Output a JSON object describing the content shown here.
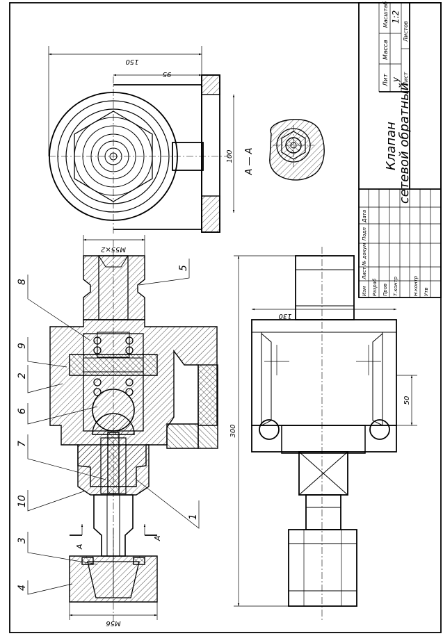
{
  "title_block": {
    "title_line1": "Клапан",
    "title_line2": "сетевой обратный",
    "header_lit": "Лит",
    "header_mass": "Масса",
    "header_scale": "Масштаб",
    "lit_value": "у",
    "scale_value": "1:2",
    "sheet_label": "Лист",
    "sheets_label": "Листов",
    "col_izm": "Изм",
    "col_list": "Лист",
    "col_doc": "№ докум",
    "col_sign": "Подп",
    "col_date": "Дата",
    "role_razrab": "Разраб",
    "role_prov": "Пров",
    "role_tkontr": "Т.контр",
    "role_nkontr": "Н.контр",
    "role_utv": "Утв"
  },
  "dimensions": {
    "d150": "150",
    "d95": "95",
    "d100": "100",
    "d130": "130",
    "d300": "300",
    "d50": "50",
    "thread_top": "M55×2",
    "thread_bottom": "M56"
  },
  "section_labels": {
    "section_title": "А — А",
    "cut_a_left": "А",
    "cut_a_right": "А"
  },
  "callouts": [
    "8",
    "9",
    "2",
    "6",
    "7",
    "10",
    "3",
    "4",
    "5",
    "1"
  ]
}
